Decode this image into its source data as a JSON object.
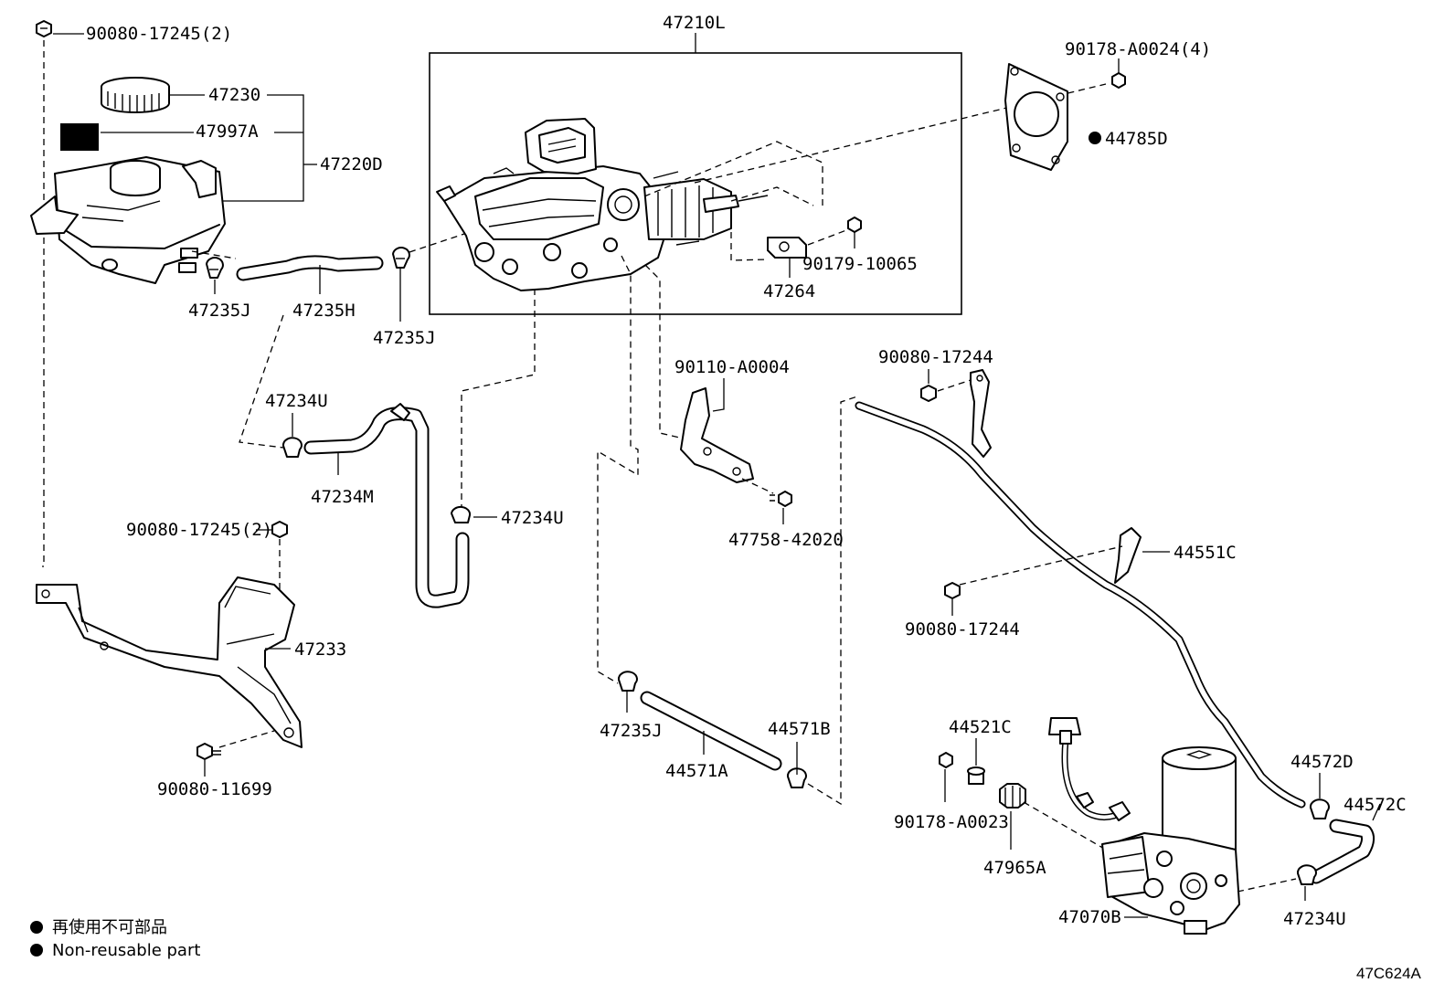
{
  "diagram_id": "47C624A",
  "legend": {
    "line1": "再使用不可部品",
    "line2": "Non-reusable part"
  },
  "parts": {
    "p_90080_17245_top": "90080-17245(2)",
    "p_47230": "47230",
    "p_47997A": "47997A",
    "p_47220D": "47220D",
    "p_47235J_left": "47235J",
    "p_47235H": "47235H",
    "p_47235J_mid": "47235J",
    "p_47210L": "47210L",
    "p_90178_A0024": "90178-A0024(4)",
    "p_44785D": "44785D",
    "p_90179_10065": "90179-10065",
    "p_47264": "47264",
    "p_47234U_a": "47234U",
    "p_47234M": "47234M",
    "p_47234U_b": "47234U",
    "p_90080_17245_mid": "90080-17245(2)",
    "p_47233": "47233",
    "p_90080_11699": "90080-11699",
    "p_90110_A0004": "90110-A0004",
    "p_47758_42020": "47758-42020",
    "p_90080_17244_top": "90080-17244",
    "p_44551C": "44551C",
    "p_90080_17244_mid": "90080-17244",
    "p_47235J_low": "47235J",
    "p_44571A": "44571A",
    "p_44571B": "44571B",
    "p_44521C": "44521C",
    "p_90178_A0023": "90178-A0023",
    "p_47965A": "47965A",
    "p_47070B": "47070B",
    "p_44572D": "44572D",
    "p_44572C": "44572C",
    "p_47234U_c": "47234U"
  }
}
